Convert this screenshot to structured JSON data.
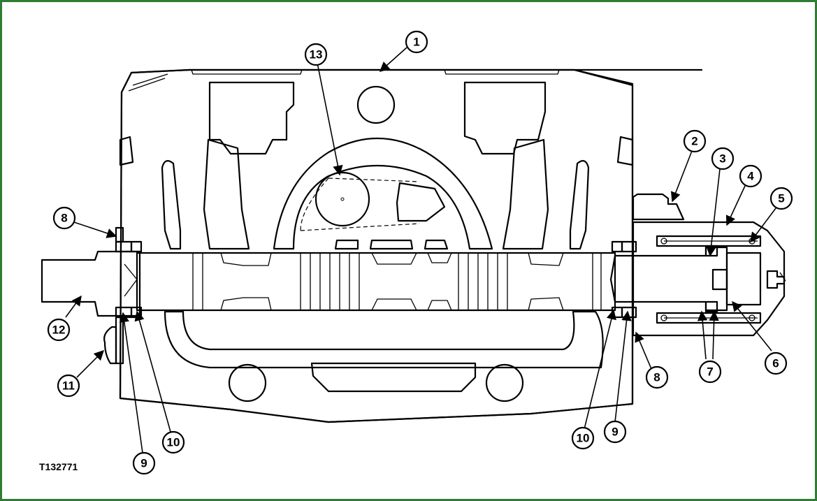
{
  "figure": {
    "id": "T132771",
    "callouts": [
      "1",
      "2",
      "3",
      "4",
      "5",
      "6",
      "7",
      "8",
      "9",
      "10",
      "11",
      "12",
      "13"
    ],
    "colors": {
      "frame": "#2e7d32",
      "line": "#000000",
      "background": "#ffffff"
    }
  }
}
